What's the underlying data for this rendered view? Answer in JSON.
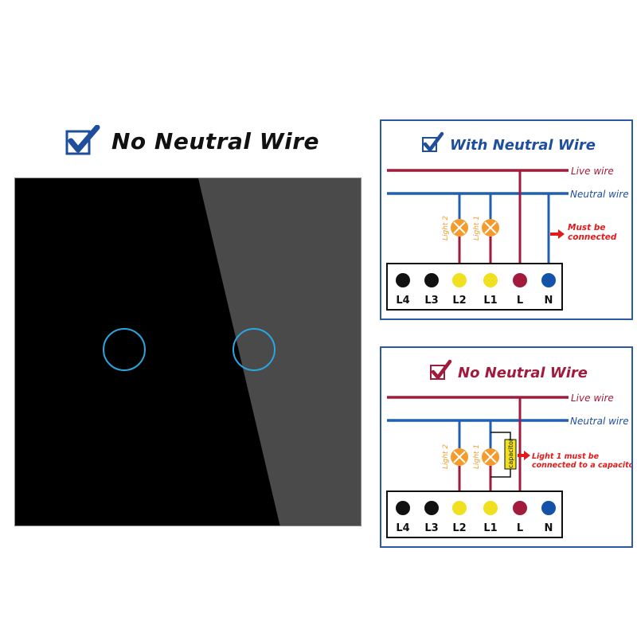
{
  "heading": {
    "title": "No Neutral Wire"
  },
  "panel": {
    "buttons": 2
  },
  "colors": {
    "live": "#a01b3c",
    "neutral": "#2160b0",
    "lamp": "#f59a2b",
    "yellow": "#f0e020",
    "black": "#111111",
    "blue_title": "#1f4e9c",
    "red_title": "#a01b3c",
    "annot": "#e21a1a"
  },
  "diagram1": {
    "title": "With Neutral Wire",
    "live_label": "Live wire",
    "neutral_label": "Neutral wire",
    "light2": "Light 2",
    "light1": "Light 1",
    "note_line1": "Must be",
    "note_line2": "connected",
    "terminals": [
      "L4",
      "L3",
      "L2",
      "L1",
      "L",
      "N"
    ]
  },
  "diagram2": {
    "title": "No Neutral Wire",
    "live_label": "Live wire",
    "neutral_label": "Neutral wire",
    "light2": "Light 2",
    "light1": "Light 1",
    "capacitor": "capacitor",
    "note_line1": "Light 1 must be",
    "note_line2": "connected to a capacitor",
    "terminals": [
      "L4",
      "L3",
      "L2",
      "L1",
      "L",
      "N"
    ]
  }
}
